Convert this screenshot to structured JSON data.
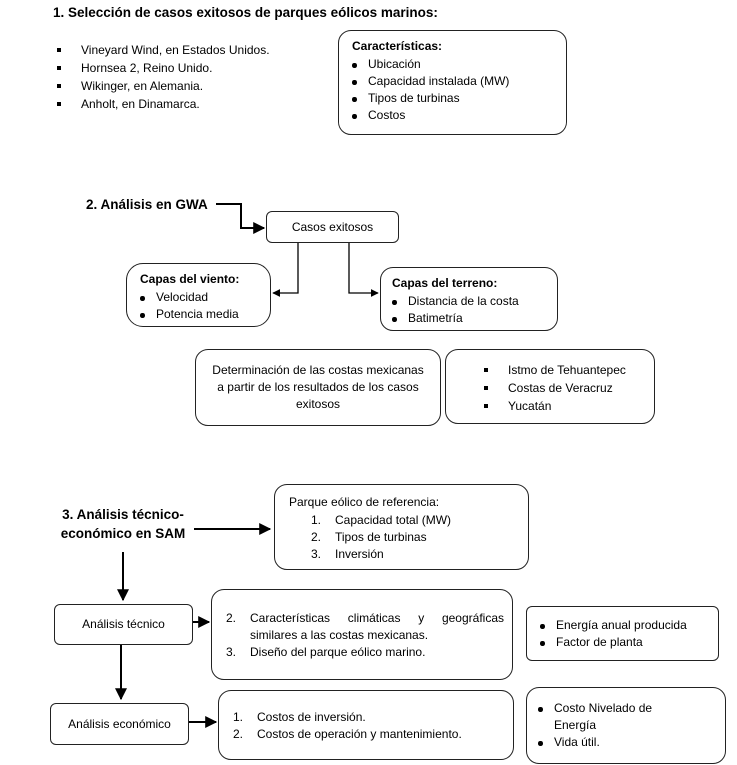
{
  "section1": {
    "heading": "1.   Selección de casos exitosos de parques eólicos marinos:",
    "cases": [
      "Vineyard Wind, en Estados Unidos.",
      "Hornsea 2, Reino Unido.",
      "Wikinger, en Alemania.",
      "Anholt, en Dinamarca."
    ],
    "characteristics": {
      "title": "Características:",
      "items": [
        "Ubicación",
        "Capacidad instalada (MW)",
        "Tipos de turbinas",
        "Costos"
      ]
    }
  },
  "section2": {
    "heading": "2. Análisis en GWA",
    "center_box": "Casos exitosos",
    "wind_layers": {
      "title": "Capas del viento:",
      "items": [
        "Velocidad",
        "Potencia media"
      ]
    },
    "terrain_layers": {
      "title": "Capas del terreno:",
      "items": [
        "Distancia de la costa",
        "Batimetría"
      ]
    },
    "determination": "Determinación de las costas mexicanas a partir de los resultados de los casos exitosos",
    "coasts": [
      "Istmo de Tehuantepec",
      "Costas de Veracruz",
      "Yucatán"
    ]
  },
  "section3": {
    "heading_line1": "3. Análisis técnico-",
    "heading_line2": "económico en SAM",
    "reference": {
      "title": "Parque eólico de referencia:",
      "items": [
        {
          "num": "1.",
          "text": "Capacidad total (MW)"
        },
        {
          "num": "2.",
          "text": "Tipos de turbinas"
        },
        {
          "num": "3.",
          "text": "Inversión"
        }
      ]
    },
    "technical": {
      "label": "Análisis técnico",
      "items": [
        {
          "num": "2.",
          "text": "Características climáticas y geográficas similares a las costas mexicanas."
        },
        {
          "num": "3.",
          "text": "Diseño del parque eólico marino."
        }
      ],
      "outputs": [
        "Energía anual producida",
        "Factor de planta"
      ]
    },
    "economic": {
      "label": "Análisis económico",
      "items": [
        {
          "num": "1.",
          "text": "Costos de inversión."
        },
        {
          "num": "2.",
          "text": "Costos de operación y mantenimiento."
        }
      ],
      "outputs": [
        "Costo Nivelado de Energía",
        "Vida útil."
      ]
    }
  }
}
